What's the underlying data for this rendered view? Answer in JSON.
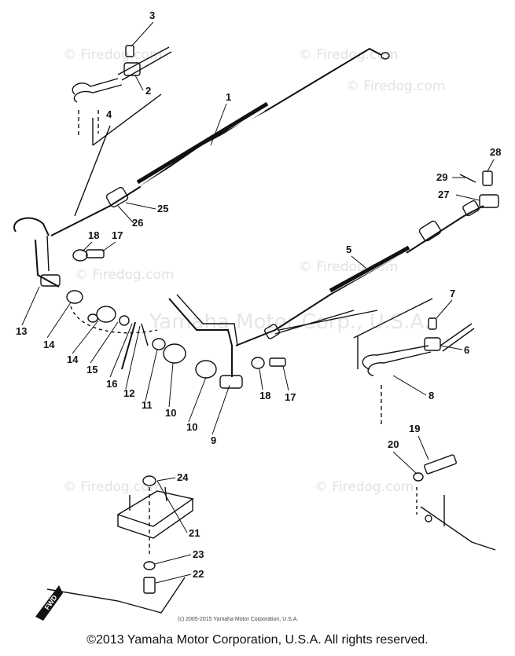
{
  "watermark": {
    "site": "© Firedog.com",
    "maker": "Yamaha Motor Corp., U.S.A."
  },
  "callouts": [
    "1",
    "2",
    "3",
    "4",
    "5",
    "6",
    "7",
    "8",
    "9",
    "10",
    "10",
    "11",
    "12",
    "13",
    "14",
    "14",
    "15",
    "16",
    "17",
    "17",
    "18",
    "18",
    "19",
    "20",
    "21",
    "22",
    "23",
    "24",
    "25",
    "26",
    "27",
    "28",
    "29"
  ],
  "fwd_mark": "FWD",
  "inner_copyright": "(c) 2005-2015 Yamaha Motor Corporation, U.S.A.",
  "footer": {
    "copyright": "©2013 Yamaha Motor Corporation, U.S.A. All rights reserved."
  }
}
